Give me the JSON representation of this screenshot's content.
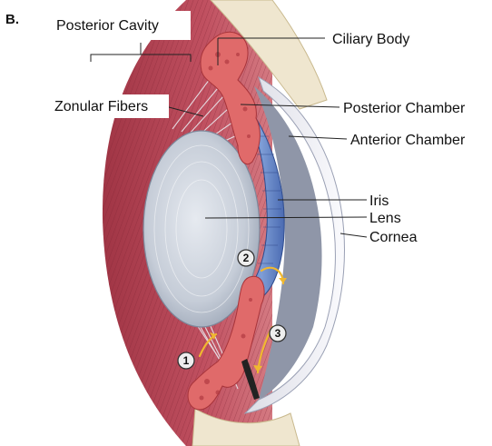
{
  "panel_letter": "B.",
  "labels": {
    "posterior_cavity": "Posterior Cavity",
    "zonular_fibers": "Zonular Fibers",
    "ciliary_body": "Ciliary Body",
    "posterior_chamber": "Posterior Chamber",
    "anterior_chamber": "Anterior Chamber",
    "iris": "Iris",
    "lens": "Lens",
    "cornea": "Cornea"
  },
  "flow_markers": [
    "1",
    "2",
    "3"
  ],
  "colors": {
    "vitreous_red": "#b8404e",
    "ciliary_red": "#e06a6a",
    "lens_gray": "#c4ccd8",
    "iris_blue": "#5d7fbf",
    "cornea_white": "#f2f2f6",
    "sclera_beige": "#efe6cf",
    "flow_arrow": "#f0b830"
  }
}
